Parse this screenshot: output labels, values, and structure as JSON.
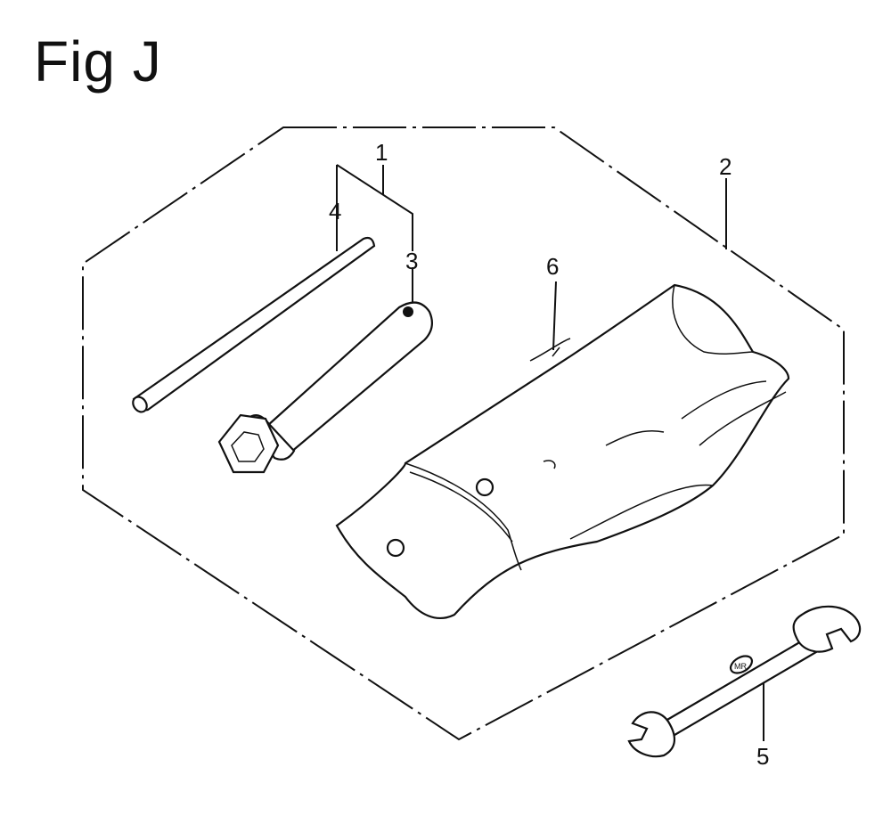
{
  "figure": {
    "title": "Fig J",
    "callouts": {
      "c1": "1",
      "c2": "2",
      "c3": "3",
      "c4": "4",
      "c5": "5",
      "c6": "6"
    },
    "wrench_stamp": "MR"
  }
}
